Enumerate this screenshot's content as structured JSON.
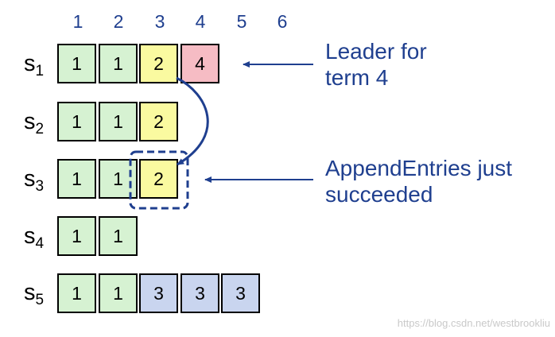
{
  "log_indexes": [
    "1",
    "2",
    "3",
    "4",
    "5",
    "6"
  ],
  "servers": [
    {
      "name": "s",
      "sub": "1",
      "entries": [
        1,
        1,
        2,
        4
      ]
    },
    {
      "name": "s",
      "sub": "2",
      "entries": [
        1,
        1,
        2
      ]
    },
    {
      "name": "s",
      "sub": "3",
      "entries": [
        1,
        1,
        2
      ]
    },
    {
      "name": "s",
      "sub": "4",
      "entries": [
        1,
        1
      ]
    },
    {
      "name": "s",
      "sub": "5",
      "entries": [
        1,
        1,
        3,
        3,
        3
      ]
    }
  ],
  "term_colors": {
    "1": "#d6f2d2",
    "2": "#fafaa0",
    "3": "#c9d5ef",
    "4": "#f6bcc4"
  },
  "annotations": {
    "leader_line1": "Leader for",
    "leader_line2": "term 4",
    "append_line1": "AppendEntries just",
    "append_line2": "succeeded"
  },
  "watermark": "https://blog.csdn.net/westbrookliu"
}
